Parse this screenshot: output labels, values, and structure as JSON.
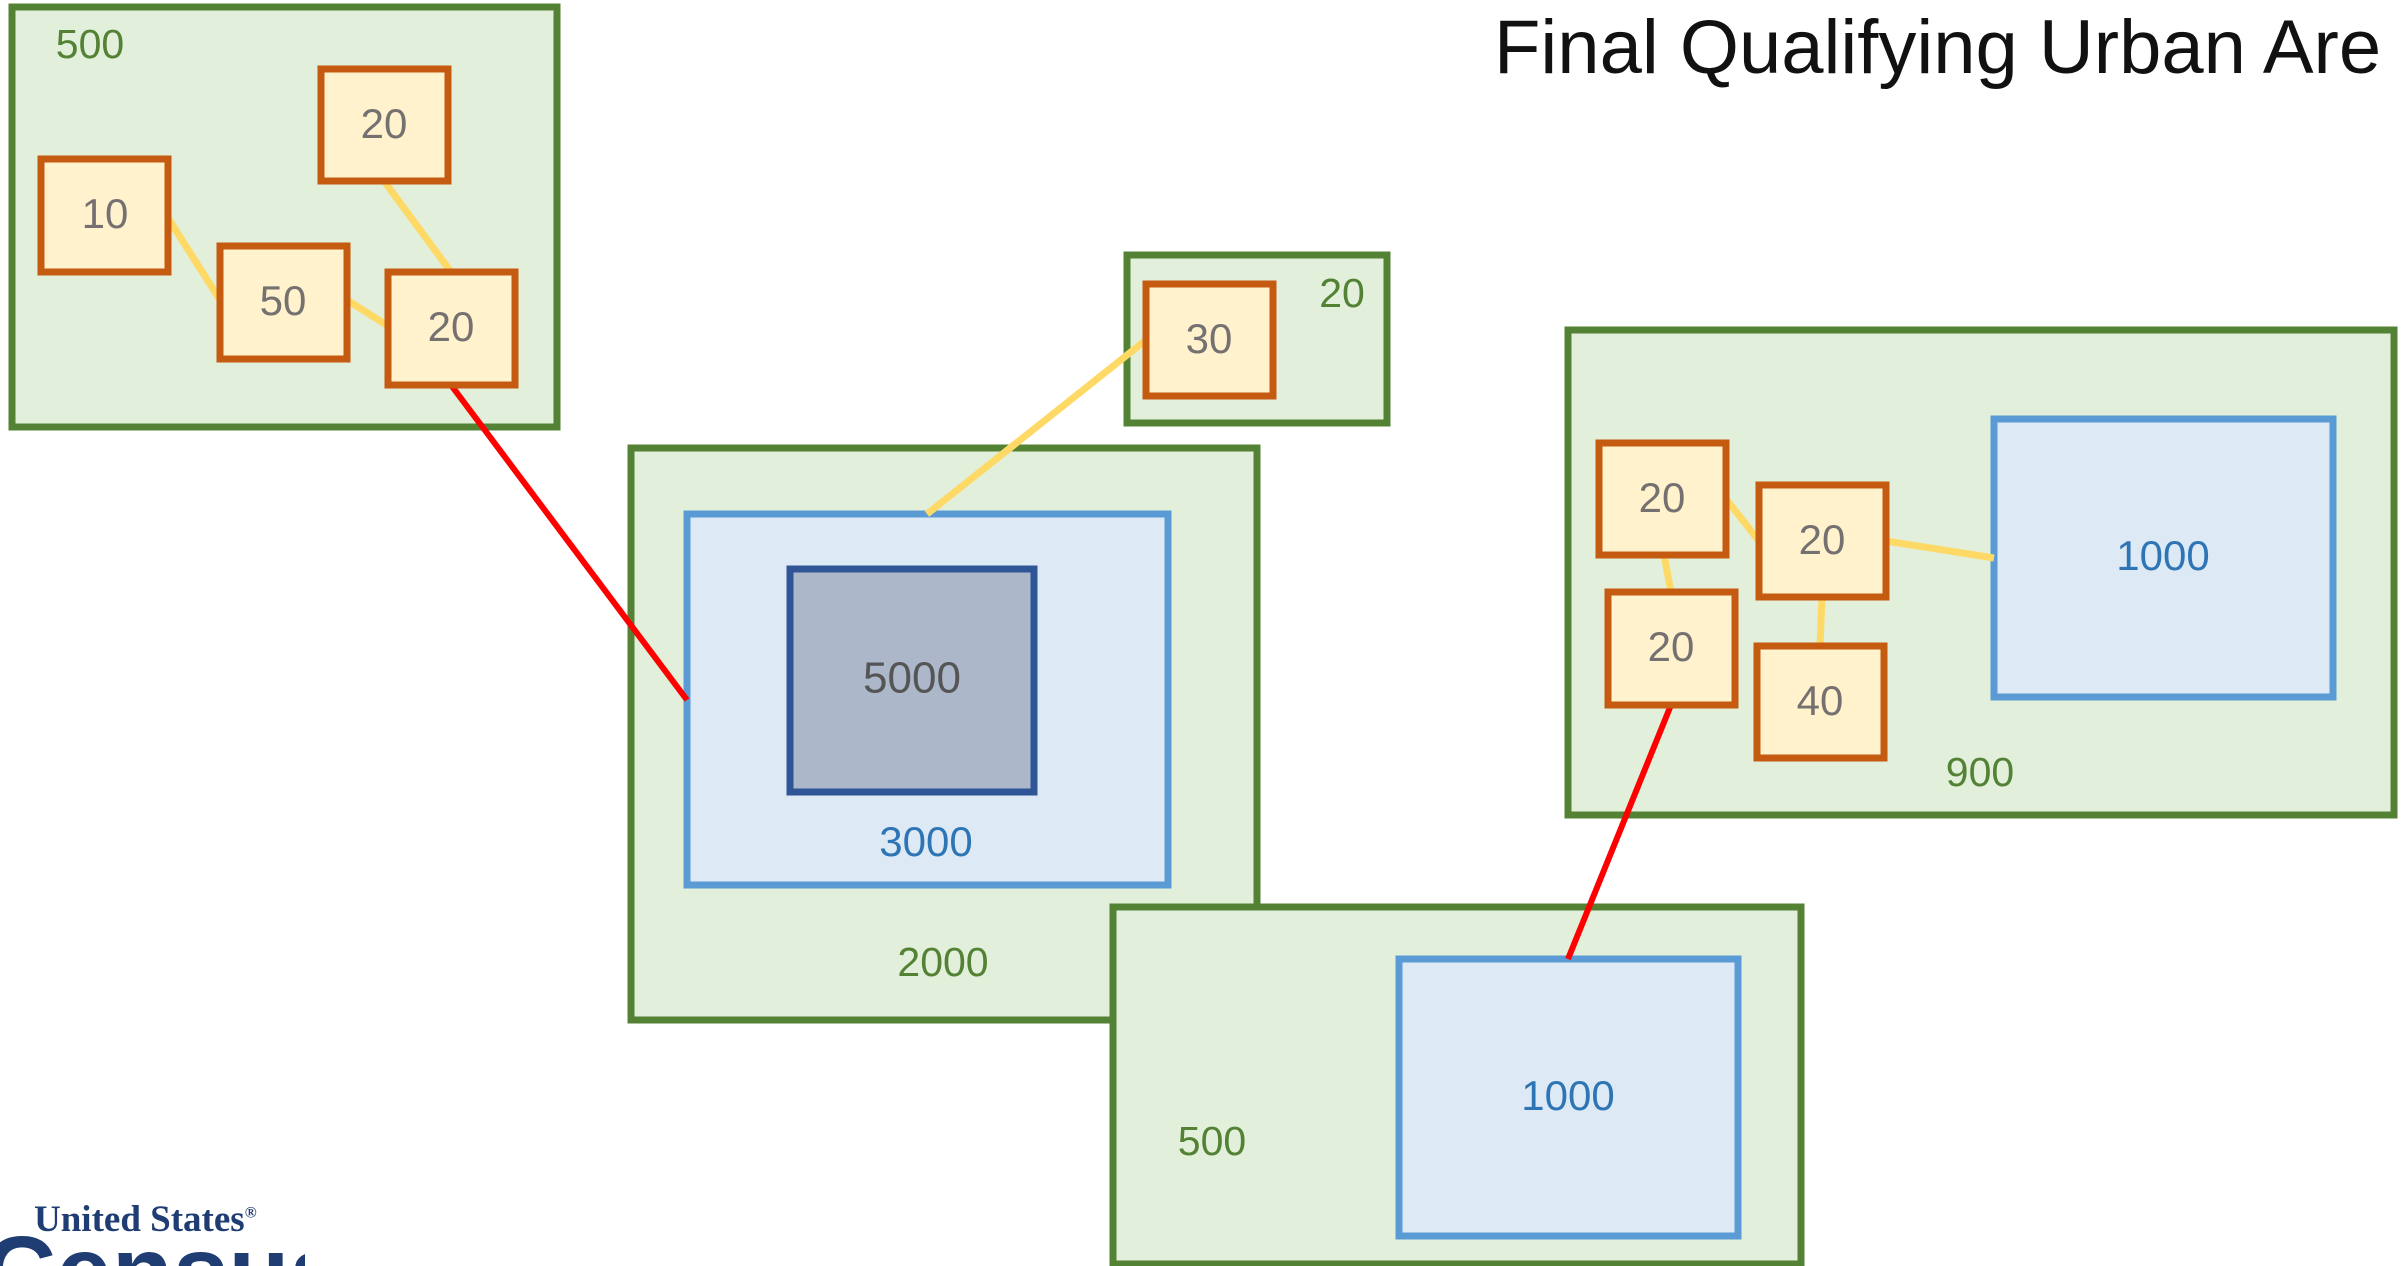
{
  "title": "Final Qualifying Urban Are",
  "logo": {
    "top_text": "United States",
    "mark": "®",
    "big_text": "Census"
  },
  "colors": {
    "green_fill": "#e2efda",
    "green_stroke": "#548235",
    "green_text": "#548235",
    "blue_fill": "#dde9f5",
    "blue_stroke": "#5b9bd5",
    "blue_text": "#2e75b6",
    "dark_fill": "#acb7ca",
    "dark_stroke": "#2f5597",
    "dark_text": "#555555",
    "orange_fill": "#fff2cc",
    "orange_stroke": "#c55a11",
    "orange_text": "#767171",
    "yellow_link": "#ffd966",
    "red_link": "#ff0000",
    "logo": "#1f3d73"
  },
  "diagram": {
    "green_areas": [
      {
        "id": "g1",
        "label": "500"
      },
      {
        "id": "g2",
        "label": "20"
      },
      {
        "id": "g3",
        "label": "2000"
      },
      {
        "id": "g4",
        "label": "500"
      },
      {
        "id": "g5",
        "label": "900"
      }
    ],
    "blue_areas": [
      {
        "id": "b1",
        "label": "3000"
      },
      {
        "id": "b2",
        "label": "1000"
      },
      {
        "id": "b3",
        "label": "1000"
      }
    ],
    "core_areas": [
      {
        "id": "c1",
        "label": "5000"
      }
    ],
    "blocks": [
      {
        "id": "o1",
        "label": "10"
      },
      {
        "id": "o2",
        "label": "20"
      },
      {
        "id": "o3",
        "label": "50"
      },
      {
        "id": "o4",
        "label": "20"
      },
      {
        "id": "o5",
        "label": "30"
      },
      {
        "id": "o6",
        "label": "20"
      },
      {
        "id": "o7",
        "label": "20"
      },
      {
        "id": "o8",
        "label": "20"
      },
      {
        "id": "o9",
        "label": "40"
      }
    ],
    "links": [
      {
        "from": "o1",
        "to": "o3",
        "type": "hop"
      },
      {
        "from": "o3",
        "to": "o4",
        "type": "hop"
      },
      {
        "from": "o2",
        "to": "o4",
        "type": "hop"
      },
      {
        "from": "o5",
        "to": "b1",
        "type": "hop"
      },
      {
        "from": "o6",
        "to": "o7",
        "type": "hop"
      },
      {
        "from": "o6",
        "to": "o8",
        "type": "hop"
      },
      {
        "from": "o7",
        "to": "o9",
        "type": "hop"
      },
      {
        "from": "o7",
        "to": "b2",
        "type": "hop"
      },
      {
        "from": "o4",
        "to": "b1",
        "type": "jump"
      },
      {
        "from": "o8",
        "to": "b3",
        "type": "jump"
      }
    ]
  }
}
